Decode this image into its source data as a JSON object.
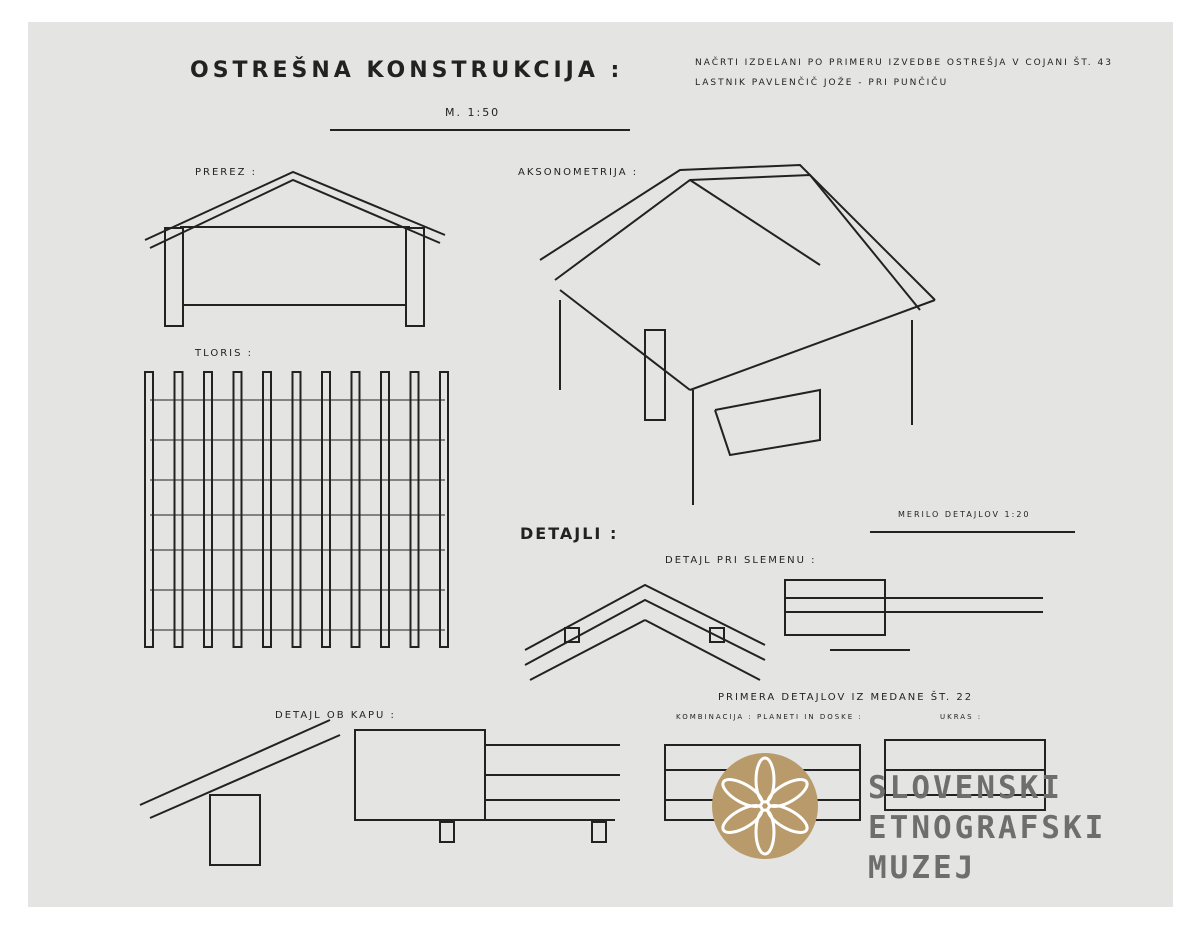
{
  "title": "OSTREŠNA KONSTRUKCIJA :",
  "scale_main": "M. 1:50",
  "note_line1": "NAČRTI IZDELANI PO PRIMERU IZVEDBE OSTREŠJA V COJANI ŠT. 43",
  "note_line2": "LASTNIK PAVLENČIČ JOŽE - PRI PUNČIČU",
  "labels": {
    "prerez": "PREREZ :",
    "tloris": "TLORIS :",
    "aksonometrija": "AKSONOMETRIJA :",
    "detajli": "DETAJLI :",
    "merilo": "MERILO DETAJLOV 1:20",
    "slemenu": "DETAJL PRI SLEMENU :",
    "kapu": "DETAJL OB KAPU :",
    "primera": "PRIMERA DETAJLOV IZ MEDANE ŠT. 22",
    "kombinacija": "KOMBINACIJA : PLANETI IN DOSKE :",
    "ukras": "UKRAS :"
  },
  "logo": {
    "line1": "SLOVENSKI",
    "line2": "ETNOGRAFSKI",
    "line3": "MUZEJ",
    "color": "#b99a6b"
  }
}
